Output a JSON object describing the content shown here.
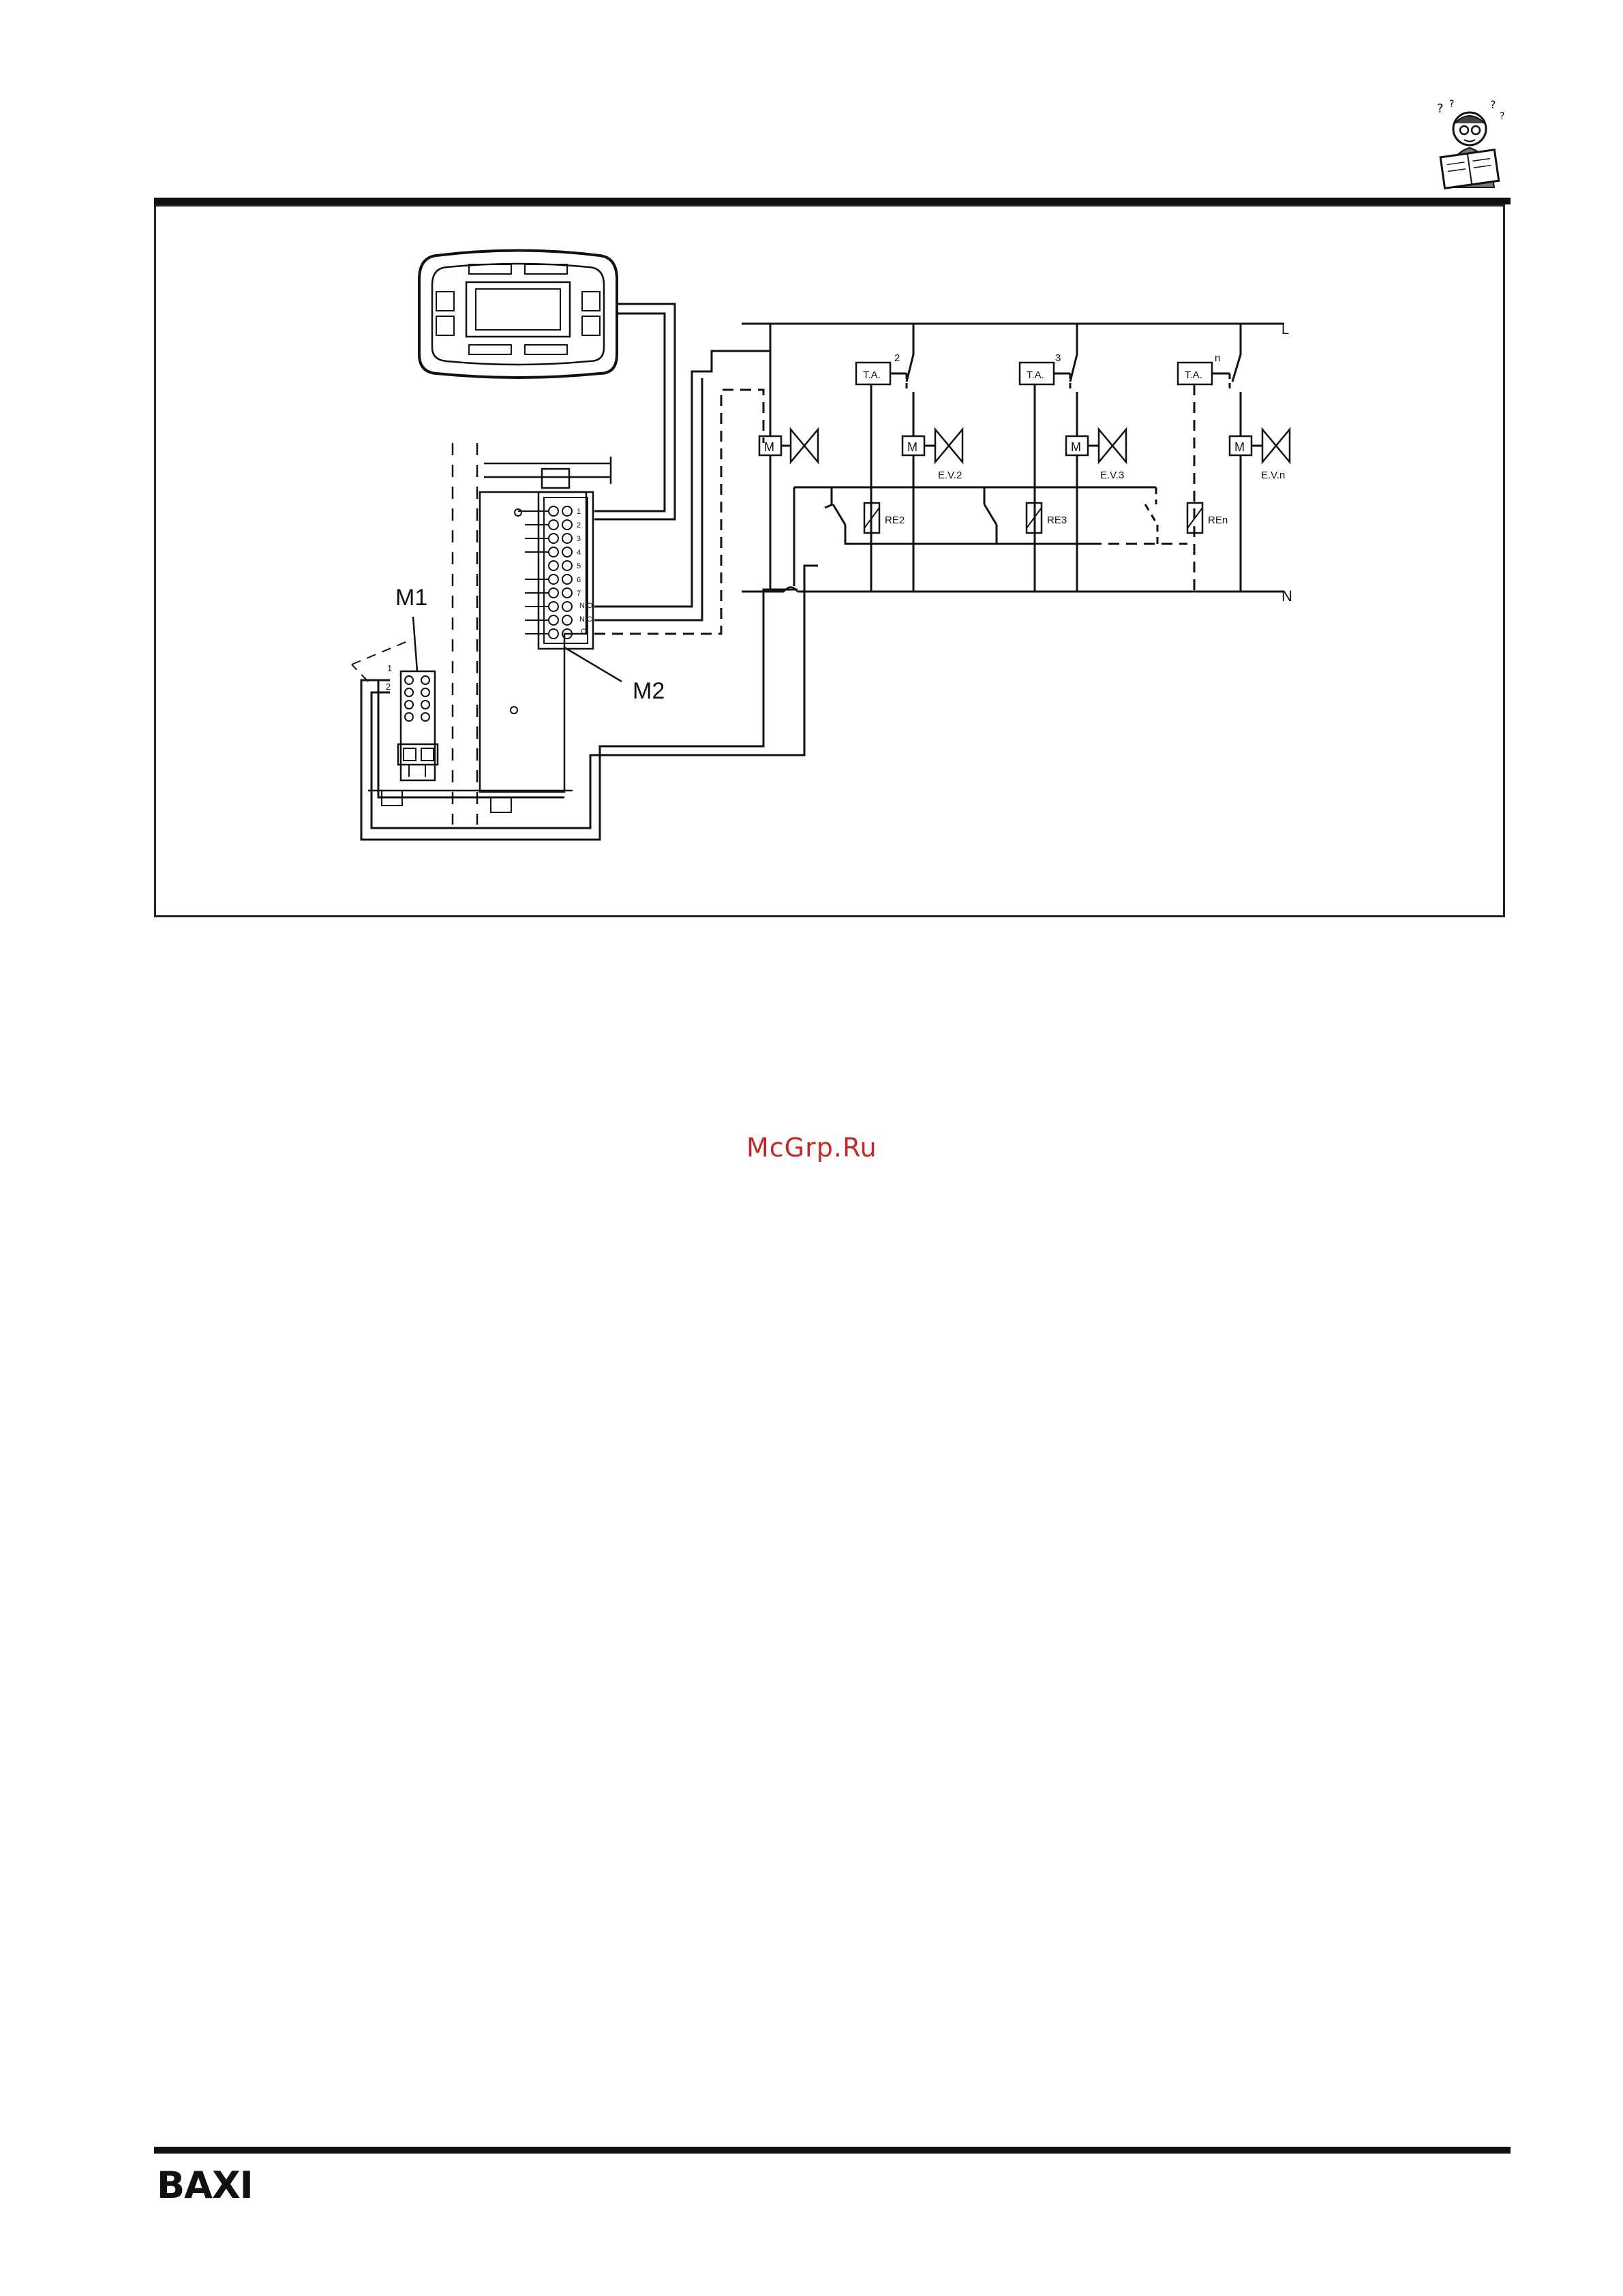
{
  "header": {
    "mascot_icon": "reader-with-question-marks-icon"
  },
  "diagram": {
    "callouts": {
      "m1": "M1",
      "m2": "M2"
    },
    "bus_lines": {
      "live": "L",
      "neutral": "N"
    },
    "zones": [
      {
        "ta": "T.A.",
        "zone_num": "2",
        "motor": "M",
        "valve": "E.V.2",
        "relay": "RE2"
      },
      {
        "ta": "T.A.",
        "zone_num": "3",
        "motor": "M",
        "valve": "E.V.3",
        "relay": "RE3"
      },
      {
        "ta": "T.A.",
        "zone_num": "n",
        "motor": "M",
        "valve": "E.V.n",
        "relay": "REn"
      }
    ],
    "zone1_motor": "M",
    "m2_terminals": [
      "1",
      "2",
      "3",
      "4",
      "5",
      "6",
      "7",
      "N.O.",
      "N.C.",
      "C"
    ],
    "m1_terminals": [
      "1",
      "2"
    ]
  },
  "watermark": "McGrp.Ru",
  "footer": {
    "brand": "BAXI"
  },
  "colors": {
    "ink": "#111111",
    "watermark": "#c62828"
  }
}
